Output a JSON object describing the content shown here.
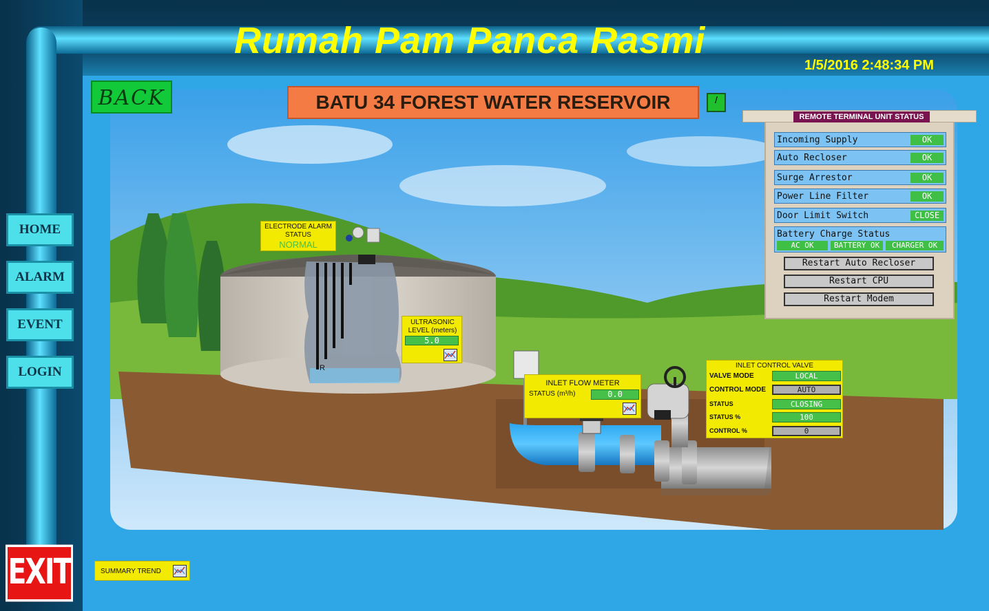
{
  "header": {
    "title": "Rumah Pam Panca Rasmi",
    "datetime": "1/5/2016 2:48:34 PM"
  },
  "toolbar": {
    "back_label": "BACK",
    "site_title": "BATU 34 FOREST WATER RESERVOIR",
    "slash_label": "/"
  },
  "nav": {
    "home": "HOME",
    "alarm": "ALARM",
    "event": "EVENT",
    "login": "LOGIN",
    "exit": "EXIT"
  },
  "electrode": {
    "title": "ELECTRODE ALARM STATUS",
    "status": "NORMAL",
    "status_color": "#47c04a",
    "probe_label": "R"
  },
  "ultrasonic": {
    "title": "ULTRASONIC LEVEL  (meters)",
    "value": "5.0"
  },
  "flow_meter": {
    "title": "INLET FLOW METER",
    "status_label": "STATUS (m³/h)",
    "value": "0.0"
  },
  "valve": {
    "title": "INLET CONTROL VALVE",
    "rows": [
      {
        "label": "VALVE MODE",
        "value": "LOCAL"
      },
      {
        "label": "CONTROL MODE",
        "value": "AUTO"
      },
      {
        "label": "STATUS",
        "value": "CLOSING"
      },
      {
        "label": "STATUS %",
        "value": "100"
      },
      {
        "label": "CONTROL %",
        "value": "0"
      }
    ]
  },
  "summary": {
    "label": "SUMMARY TREND"
  },
  "rtu": {
    "title": "REMOTE TERMINAL UNIT STATUS",
    "rows": [
      {
        "label": "Incoming Supply",
        "status": "OK"
      },
      {
        "label": "Auto Recloser",
        "status": "OK"
      },
      {
        "label": "Surge Arrestor",
        "status": "OK"
      },
      {
        "label": "Power Line Filter",
        "status": "OK"
      },
      {
        "label": "Door Limit Switch",
        "status": "CLOSE"
      }
    ],
    "battery": {
      "label": "Battery Charge Status",
      "items": [
        "AC OK",
        "BATTERY OK",
        "CHARGER OK"
      ]
    },
    "buttons": [
      "Restart Auto Recloser",
      "Restart CPU",
      "Restart Modem"
    ]
  },
  "colors": {
    "title_yellow": "#ffff00",
    "panel_yellow": "#f2ea00",
    "ok_green": "#47c04a",
    "sky": "#2fa7e6",
    "site_title_bg": "#f47c44"
  }
}
